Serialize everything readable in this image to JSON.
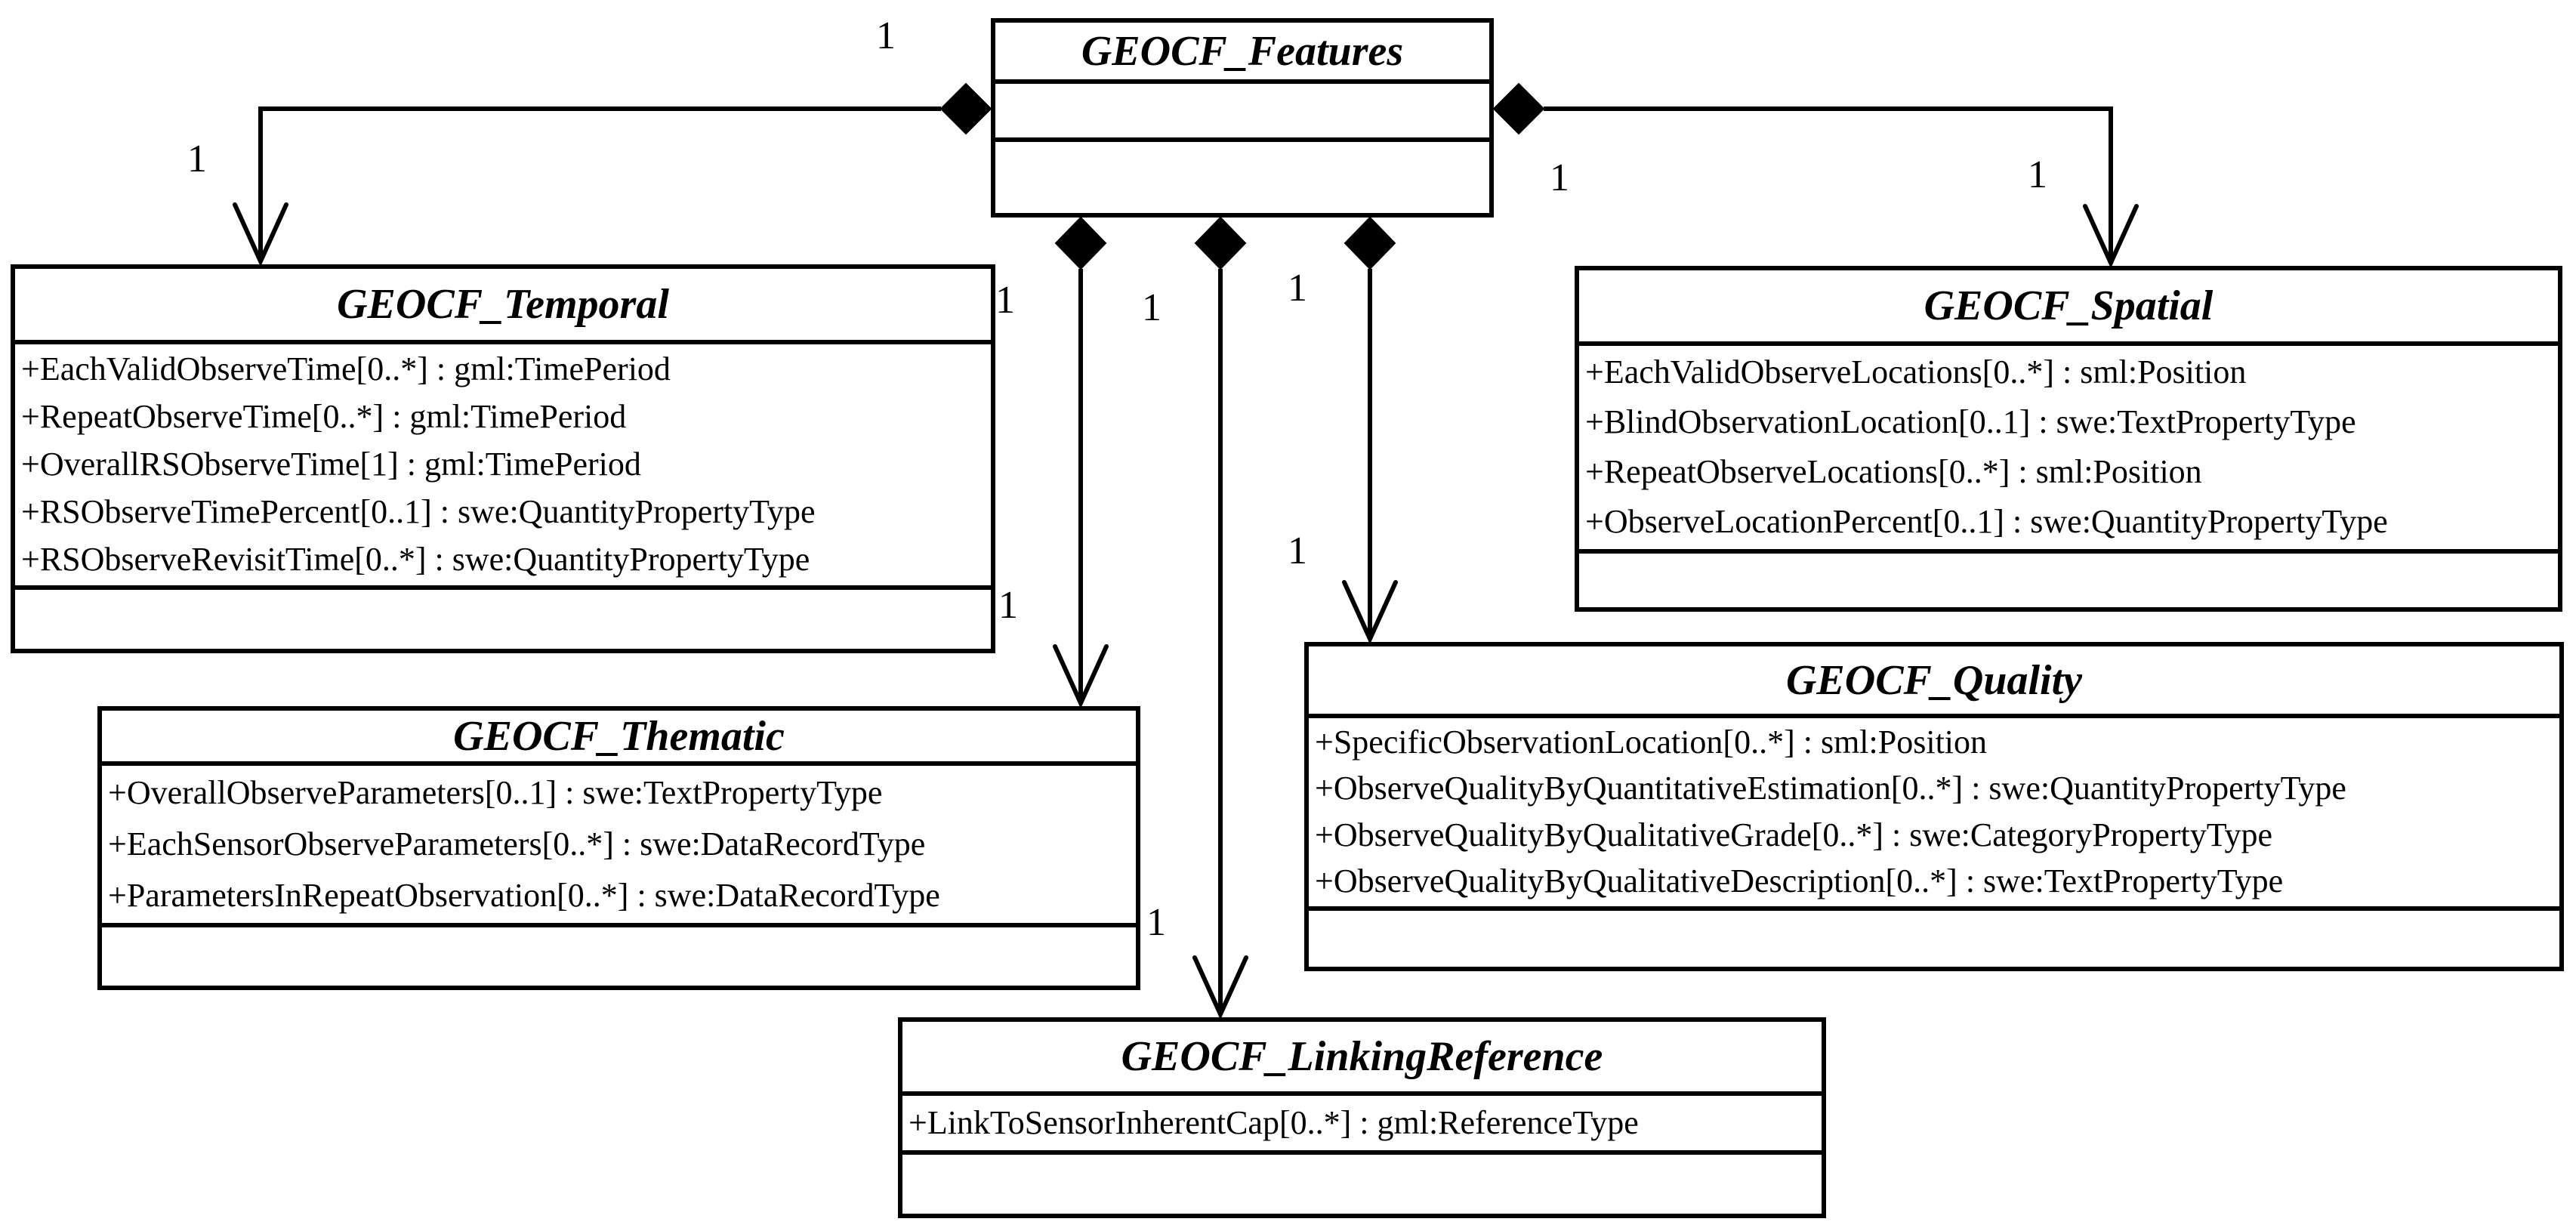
{
  "diagram_type": "UML class diagram",
  "colors": {
    "stroke": "#000000",
    "background": "#ffffff",
    "text": "#000000"
  },
  "classes": {
    "features": {
      "name": "GEOCF_Features",
      "attributes": []
    },
    "temporal": {
      "name": "GEOCF_Temporal",
      "attributes": [
        "+EachValidObserveTime[0..*] : gml:TimePeriod",
        "+RepeatObserveTime[0..*] : gml:TimePeriod",
        "+OverallRSObserveTime[1] : gml:TimePeriod",
        "+RSObserveTimePercent[0..1] : swe:QuantityPropertyType",
        "+RSObserveRevisitTime[0..*] : swe:QuantityPropertyType"
      ]
    },
    "spatial": {
      "name": "GEOCF_Spatial",
      "attributes": [
        "+EachValidObserveLocations[0..*] : sml:Position",
        "+BlindObservationLocation[0..1] : swe:TextPropertyType",
        "+RepeatObserveLocations[0..*] : sml:Position",
        "+ObserveLocationPercent[0..1] : swe:QuantityPropertyType"
      ]
    },
    "thematic": {
      "name": "GEOCF_Thematic",
      "attributes": [
        "+OverallObserveParameters[0..1] : swe:TextPropertyType",
        "+EachSensorObserveParameters[0..*] : swe:DataRecordType",
        "+ParametersInRepeatObservation[0..*] : swe:DataRecordType"
      ]
    },
    "quality": {
      "name": "GEOCF_Quality",
      "attributes": [
        "+SpecificObservationLocation[0..*] : sml:Position",
        "+ObserveQualityByQuantitativeEstimation[0..*] : swe:QuantityPropertyType",
        "+ObserveQualityByQualitativeGrade[0..*] : swe:CategoryPropertyType",
        "+ObserveQualityByQualitativeDescription[0..*] : swe:TextPropertyType"
      ]
    },
    "linking": {
      "name": "GEOCF_LinkingReference",
      "attributes": [
        "+LinkToSensorInherentCap[0..*] : gml:ReferenceType"
      ]
    }
  },
  "connectors": [
    {
      "from": "GEOCF_Features",
      "to": "GEOCF_Temporal",
      "type": "composition",
      "source_label": "1",
      "target_label": "1"
    },
    {
      "from": "GEOCF_Features",
      "to": "GEOCF_Spatial",
      "type": "composition",
      "source_label": "1",
      "target_label": "1"
    },
    {
      "from": "GEOCF_Features",
      "to": "GEOCF_Thematic",
      "type": "composition",
      "source_label": "1",
      "target_label": "1"
    },
    {
      "from": "GEOCF_Features",
      "to": "GEOCF_LinkingReference",
      "type": "composition",
      "source_label": "1",
      "target_label": "1"
    },
    {
      "from": "GEOCF_Features",
      "to": "GEOCF_Quality",
      "type": "composition",
      "source_label": "1",
      "target_label": "1"
    }
  ]
}
